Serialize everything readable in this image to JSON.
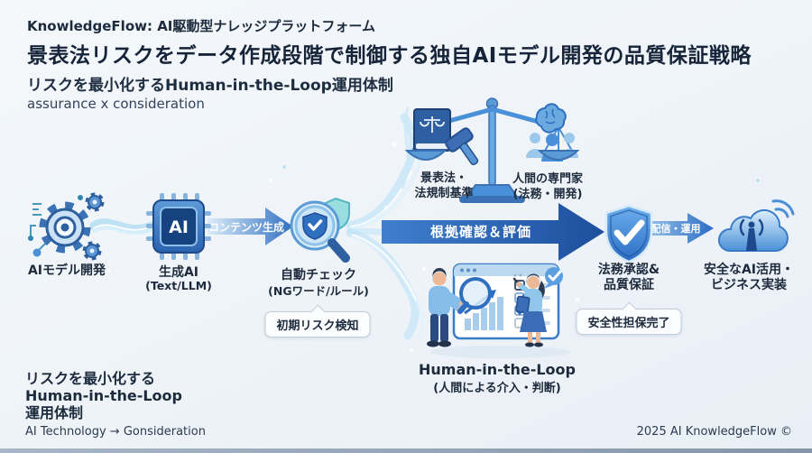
{
  "header": {
    "kicker": "KnowledgeFlow: AI駆動型ナレッジプラットフォーム",
    "title": "景表法リスクをデータ作成段階で制御する独自AIモデル開発の品質保証戦略",
    "subtitle": "リスクを最小化するHuman-in-the-Loop運用体制",
    "tagline": "assurance x consideration"
  },
  "flow": {
    "model_dev": {
      "label": "AIモデル開発"
    },
    "gen_ai": {
      "label": "生成AI",
      "sublabel": "(Text/LLM)",
      "chip_text": "AI"
    },
    "content_arrow": {
      "label": "コンテンツ生成"
    },
    "auto_check": {
      "label": "自動チェック",
      "sublabel": "(NGワード/ルール)"
    },
    "initial_risk_callout": "初期リスク検知",
    "evidence_arrow": {
      "label": "根拠確認＆評価"
    },
    "legal_approval": {
      "label_line1": "法務承認&",
      "label_line2": "品質保証"
    },
    "safety_callout": "安全性担保完了",
    "deploy_arrow": {
      "label": "配信・運用"
    },
    "safe_ai": {
      "label_line1": "安全なAI活用・",
      "label_line2": "ビジネス実装"
    }
  },
  "legal_scale": {
    "left": {
      "line1": "景表法・",
      "line2": "法規制基準"
    },
    "right": {
      "line1": "人間の専門家",
      "line2": "(法務・開発)"
    }
  },
  "hitl": {
    "label": "Human-in-the-Loop",
    "sublabel": "(人間による介入・判断)"
  },
  "bottom_left": {
    "line1": "リスクを最小化する",
    "line2": "Human-in-the-Loop",
    "line3": "運用体制",
    "tagline": "AI Technology → Gonsideration"
  },
  "footer": {
    "credit": "2025 AI KnowledgeFlow ©"
  },
  "icons": {
    "model_dev": "gears-icon",
    "gen_ai": "ai-chip-icon",
    "auto_check": "magnifier-shield-icon",
    "legal_scale": "balance-scale-icon",
    "legal_basis": "law-book-gavel-icon",
    "experts": "brain-experts-icon",
    "approval": "shield-check-icon",
    "deployment": "cloud-broadcast-icon",
    "hitl": "human-review-illustration"
  },
  "colors": {
    "background": "#eef3f8",
    "text_primary": "#1d2b3d",
    "arrow_deep_blue": "#1d4f9c",
    "arrow_blue": "#2f6fc0",
    "stream_light": "#bfe3f7",
    "icon_blue": "#3a72b5",
    "callout_border": "#c2cedb"
  }
}
